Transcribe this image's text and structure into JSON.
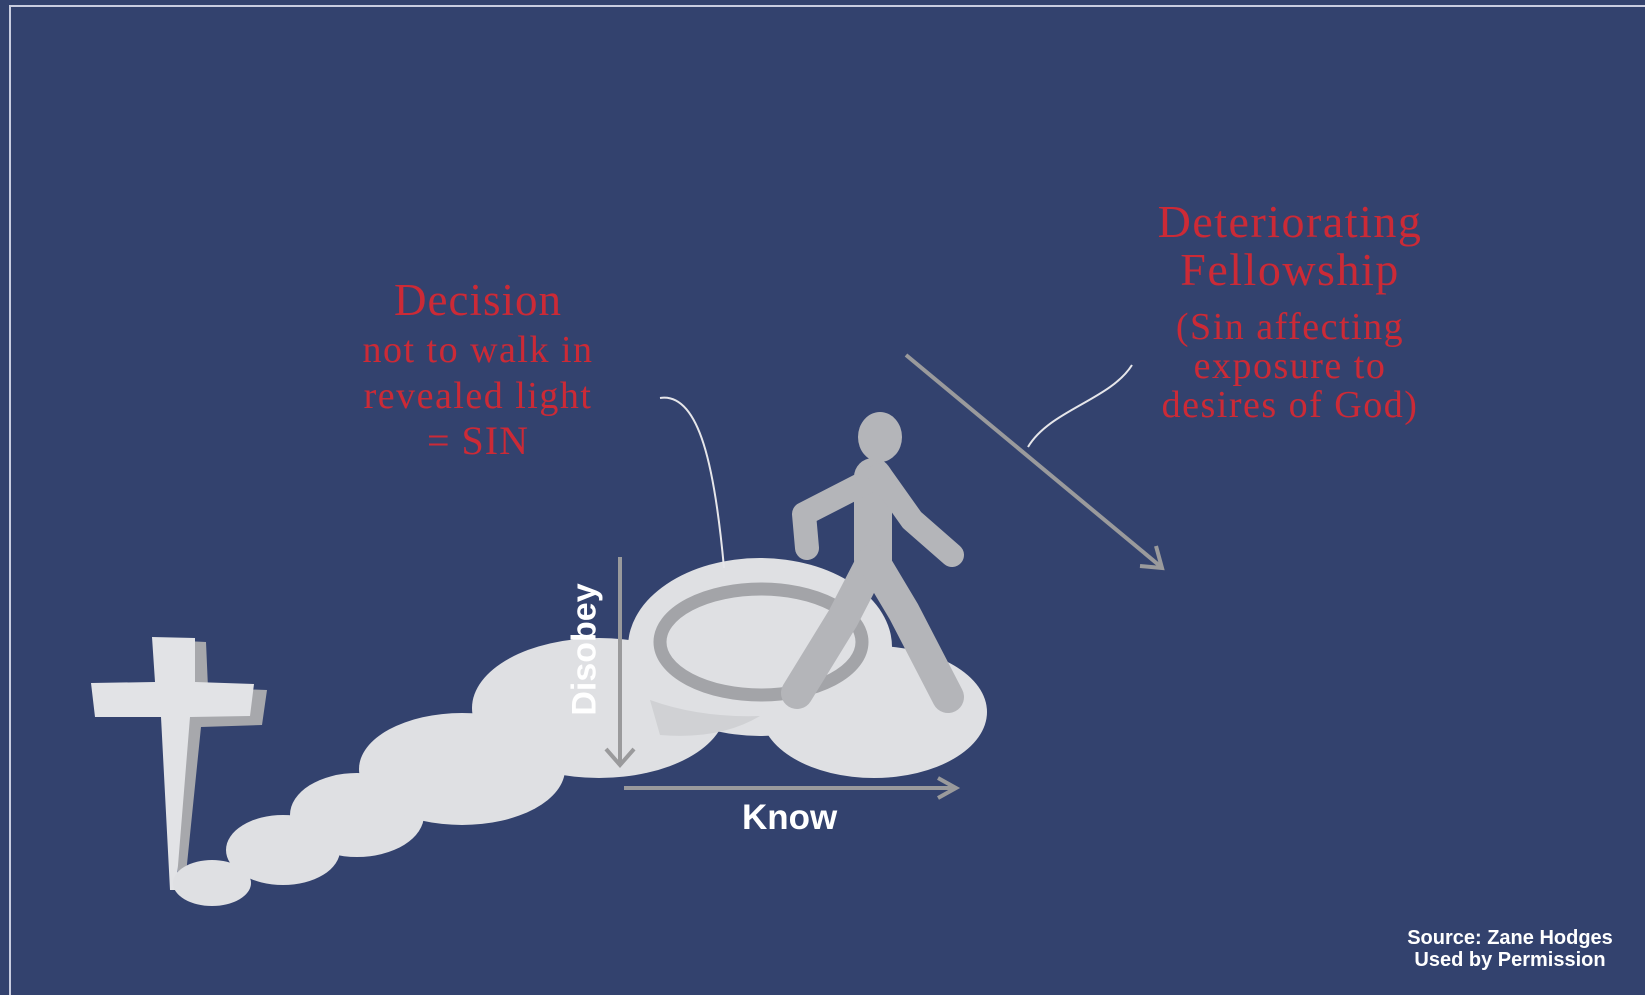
{
  "decision": {
    "title": "Decision",
    "lines": [
      "not to walk in",
      "revealed light"
    ],
    "result": "= SIN"
  },
  "fellowship": {
    "title_lines": [
      "Deteriorating",
      "Fellowship"
    ],
    "subtitle_lines": [
      "(Sin affecting",
      "exposure to",
      "desires of God)"
    ]
  },
  "axes": {
    "vertical_label": "Disobey",
    "horizontal_label": "Know"
  },
  "source": {
    "line1": "Source: Zane Hodges",
    "line2": "Used by Permission"
  },
  "colors": {
    "background": "#33426e",
    "accent_red": "#cc2a36",
    "stone": "#dfe0e3",
    "arrow_gray": "#9a9a9c"
  },
  "icons": [
    "cross-icon",
    "walking-person-icon",
    "stepping-stones"
  ]
}
